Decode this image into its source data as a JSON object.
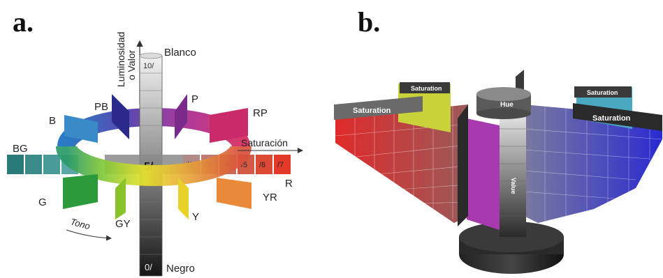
{
  "panel_a": {
    "letter": "a.",
    "axis_label_line1": "Luminosidad",
    "axis_label_line2": "o Valor",
    "top_label": "Blanco",
    "bottom_label": "Negro",
    "top_value": "10/",
    "bottom_value": "0/",
    "center_value": "5/",
    "saturation_label": "Saturación",
    "hue_label": "Tono",
    "hues": {
      "PB": "PB",
      "P": "P",
      "RP": "RP",
      "B": "B",
      "BG": "BG",
      "G": "G",
      "GY": "GY",
      "Y": "Y",
      "YR": "YR",
      "R": "R"
    },
    "chroma_ticks": [
      "/2",
      "/3",
      "/4",
      "/5",
      "/6",
      "/7"
    ]
  },
  "panel_b": {
    "letter": "b.",
    "saturation_label": "Saturation",
    "hue_label": "Hue",
    "value_label": "Value"
  },
  "colors": {
    "red": "#d8262a",
    "green": "#3fae3a",
    "blue": "#3a4fc0",
    "purple": "#8a3a9a",
    "teal": "#3a8a8a"
  }
}
